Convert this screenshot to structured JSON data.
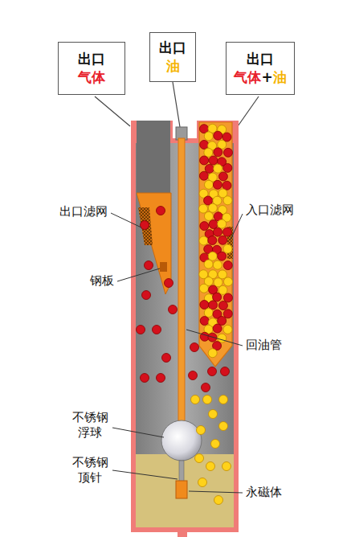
{
  "diagram": {
    "nodes": [
      {
        "text": [
          "出口",
          "气体"
        ]
      },
      {
        "text": [
          "出口",
          "油"
        ]
      },
      {
        "text": [
          "出口",
          "气体+油"
        ]
      }
    ],
    "labels": [
      "出口滤网",
      "钢板",
      "入口滤网",
      "回油管",
      "不锈钢 浮球",
      "不锈钢 顶针",
      "永磁体"
    ]
  }
}
